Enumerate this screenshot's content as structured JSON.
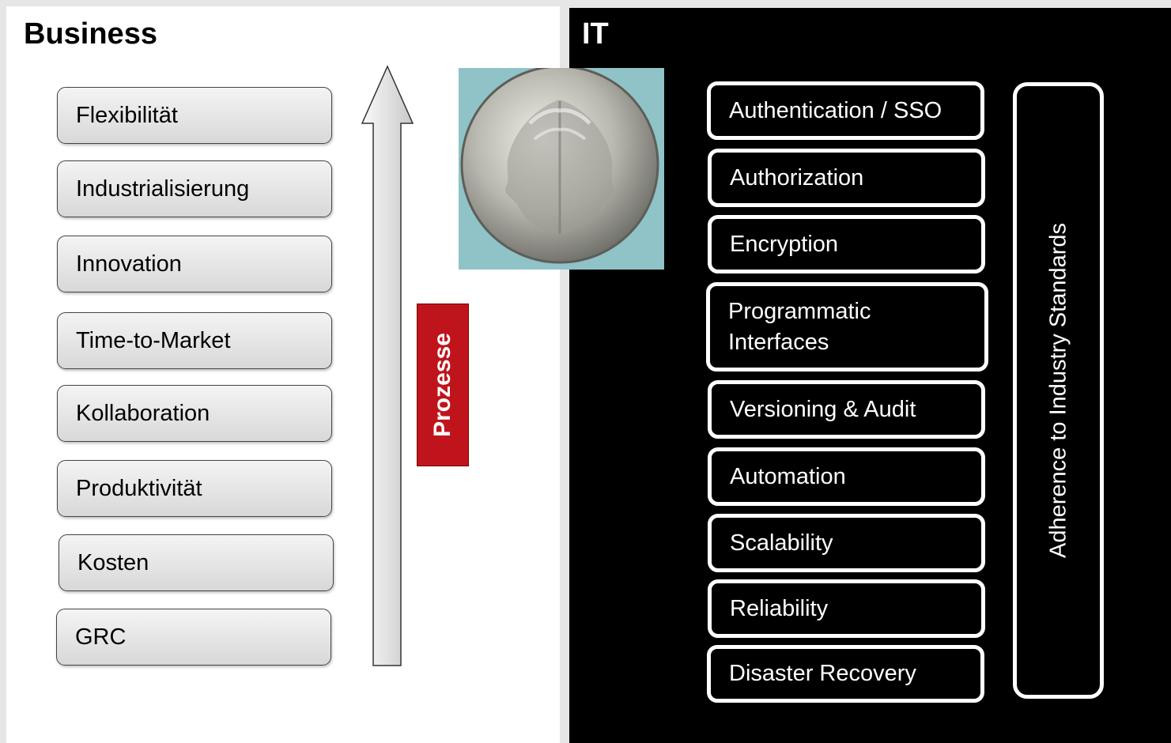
{
  "business": {
    "title": "Business",
    "items": [
      "Flexibilität",
      "Industrialisierung",
      "Innovation",
      "Time-to-Market",
      "Kollaboration",
      "Produktivität",
      "Kosten",
      "GRC"
    ],
    "process_label": "Prozesse"
  },
  "it": {
    "title": "IT",
    "items": [
      "Authentication / SSO",
      "Authorization",
      "Encryption",
      "Programmatic Interfaces",
      "Versioning & Audit",
      "Automation",
      "Scalability",
      "Reliability",
      "Disaster Recovery"
    ],
    "standards_label": "Adherence to Industry Standards"
  },
  "colors": {
    "process_label_bg": "#c0141c",
    "it_background": "#000000",
    "business_background": "#ffffff"
  }
}
